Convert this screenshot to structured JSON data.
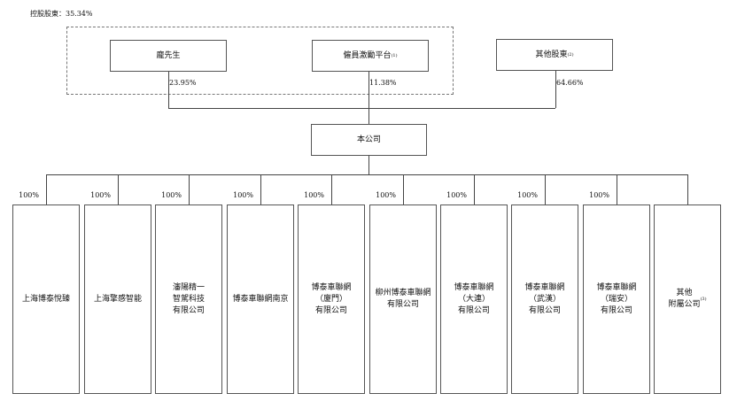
{
  "controlling_label": "控股股東：35.34%",
  "shareholders": [
    {
      "name": "龐先生",
      "note": "",
      "pct": "23.95%"
    },
    {
      "name": "僱員激勵平台",
      "note": "(1)",
      "pct": "11.38%"
    },
    {
      "name": "其他股東",
      "note": "(2)",
      "pct": "64.66%"
    }
  ],
  "company": "本公司",
  "subsidiaries": [
    {
      "lines": [
        "上海博泰悅臻"
      ],
      "note": "",
      "pct": "100%"
    },
    {
      "lines": [
        "上海擎感智能"
      ],
      "note": "",
      "pct": "100%"
    },
    {
      "lines": [
        "瀋陽精一",
        "智駕科技",
        "有限公司"
      ],
      "note": "",
      "pct": "100%"
    },
    {
      "lines": [
        "博泰車聯網南京"
      ],
      "note": "",
      "pct": "100%"
    },
    {
      "lines": [
        "博泰車聯網",
        "（廈門）",
        "有限公司"
      ],
      "note": "",
      "pct": "100%"
    },
    {
      "lines": [
        "柳州博泰車聯網",
        "有限公司"
      ],
      "note": "",
      "pct": "100%"
    },
    {
      "lines": [
        "博泰車聯網",
        "（大連）",
        "有限公司"
      ],
      "note": "",
      "pct": "100%"
    },
    {
      "lines": [
        "博泰車聯網",
        "（武漢）",
        "有限公司"
      ],
      "note": "",
      "pct": "100%"
    },
    {
      "lines": [
        "博泰車聯網",
        "（瑞安）",
        "有限公司"
      ],
      "note": "",
      "pct": "100%"
    },
    {
      "lines": [
        "其他",
        "附屬公司"
      ],
      "note": "(3)",
      "pct": ""
    }
  ]
}
